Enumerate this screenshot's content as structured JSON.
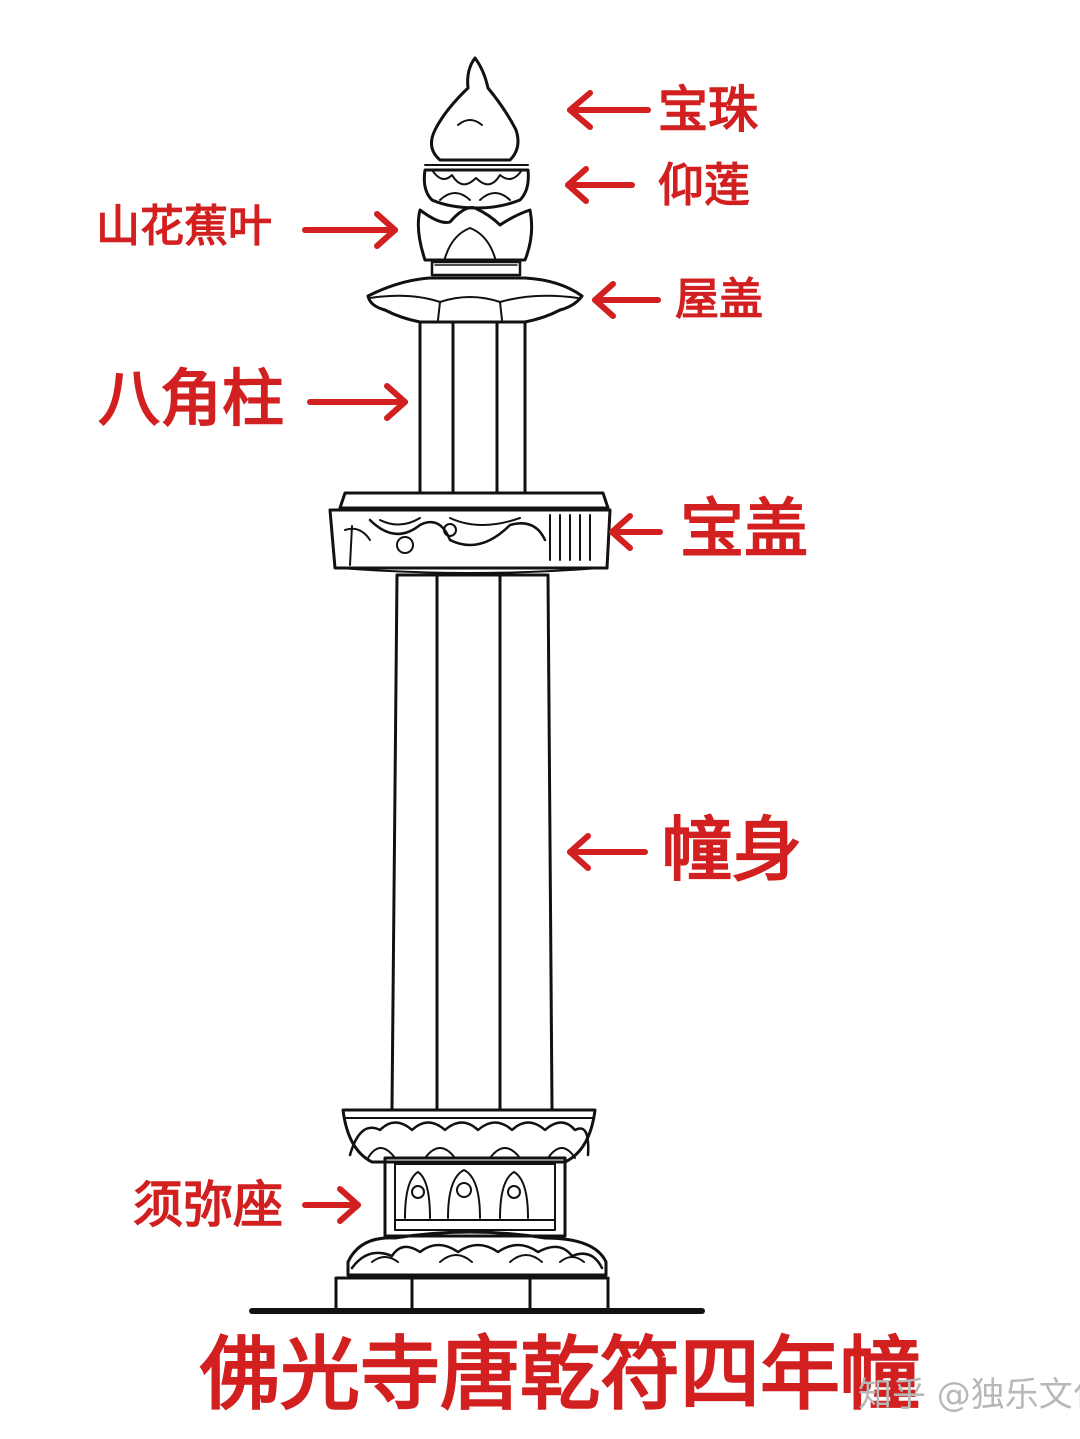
{
  "title": "佛光寺唐乾符四年幢",
  "watermark": "知乎 @独乐文化",
  "labels": {
    "baozhu": "宝珠",
    "yanglian": "仰莲",
    "shanhuajiaoye": "山花蕉叶",
    "wugai": "屋盖",
    "bajiaozhu": "八角柱",
    "baogai": "宝盖",
    "chuangshen": "幢身",
    "xumizuo": "须弥座"
  },
  "colors": {
    "label": "#d21f1f",
    "line": "#111111",
    "watermark": "#b8b8b8"
  }
}
